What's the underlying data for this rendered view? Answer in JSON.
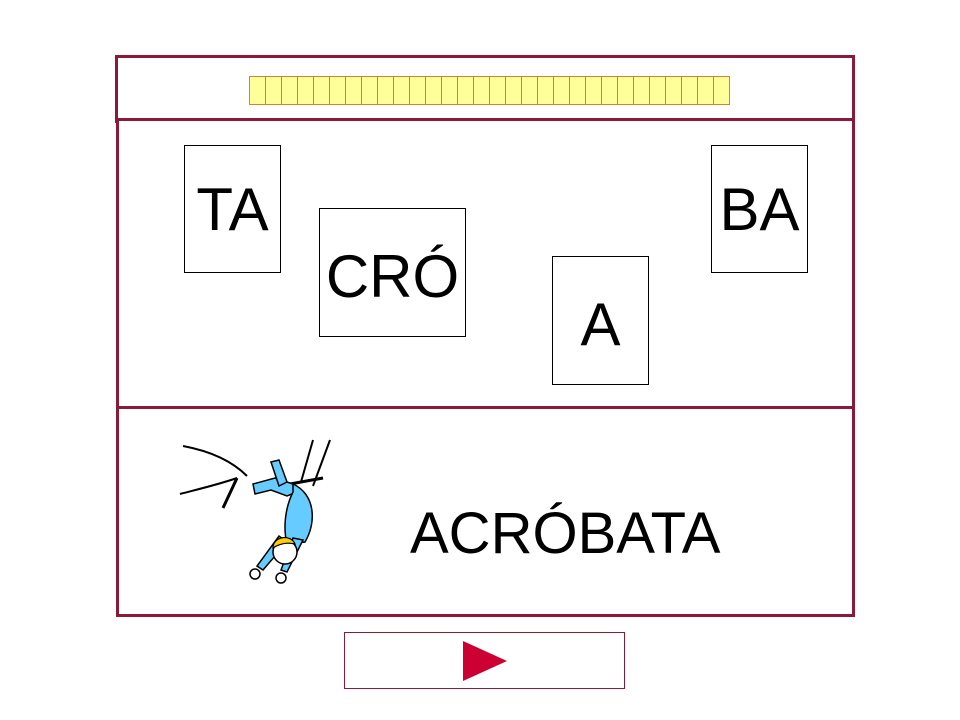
{
  "answer_slots": {
    "count": 30
  },
  "syllables": [
    {
      "id": "ta",
      "label": "TA"
    },
    {
      "id": "cro",
      "label": "CRÓ"
    },
    {
      "id": "a",
      "label": "A"
    },
    {
      "id": "ba",
      "label": "BA"
    }
  ],
  "word": {
    "text": "ACRÓBATA"
  },
  "illustration": {
    "icon": "trapeze-acrobat-icon"
  },
  "next": {
    "icon": "play-arrow-icon"
  },
  "colors": {
    "frame": "#8b1a3a",
    "slot_fill": "#ffff99",
    "slot_border": "#d87f2e",
    "arrow": "#cc0033",
    "acrobat_suit": "#66ccff",
    "acrobat_hair": "#ffcc00"
  }
}
